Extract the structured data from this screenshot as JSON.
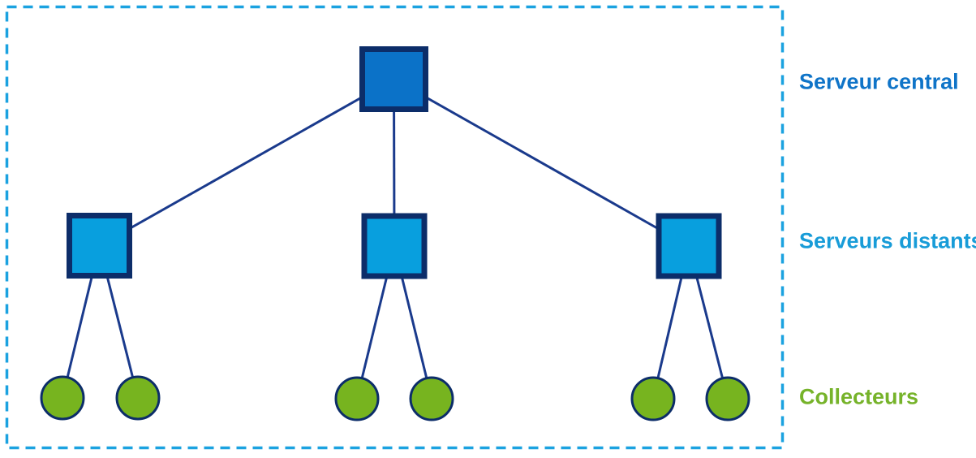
{
  "diagram": {
    "type": "tree-topology",
    "tiers": [
      {
        "id": "central",
        "label": "Serveur central",
        "shape": "square",
        "count": 1
      },
      {
        "id": "distant",
        "label": "Serveurs distants",
        "shape": "square",
        "count": 3
      },
      {
        "id": "collectors",
        "label": "Collecteurs",
        "shape": "circle",
        "count": 6
      }
    ],
    "structure": {
      "central_server_children": 3,
      "collectors_per_distant_server": 2
    },
    "colors": {
      "central_fill": "#0b72c8",
      "central_label": "#0f74c8",
      "distant_fill": "#089fde",
      "distant_label": "#189cd8",
      "collector_fill": "#77b41f",
      "collector_label": "#76b32a",
      "node_border": "#0c2d69",
      "connector": "#1a3a8c",
      "frame_border": "#1ba2e0"
    }
  }
}
